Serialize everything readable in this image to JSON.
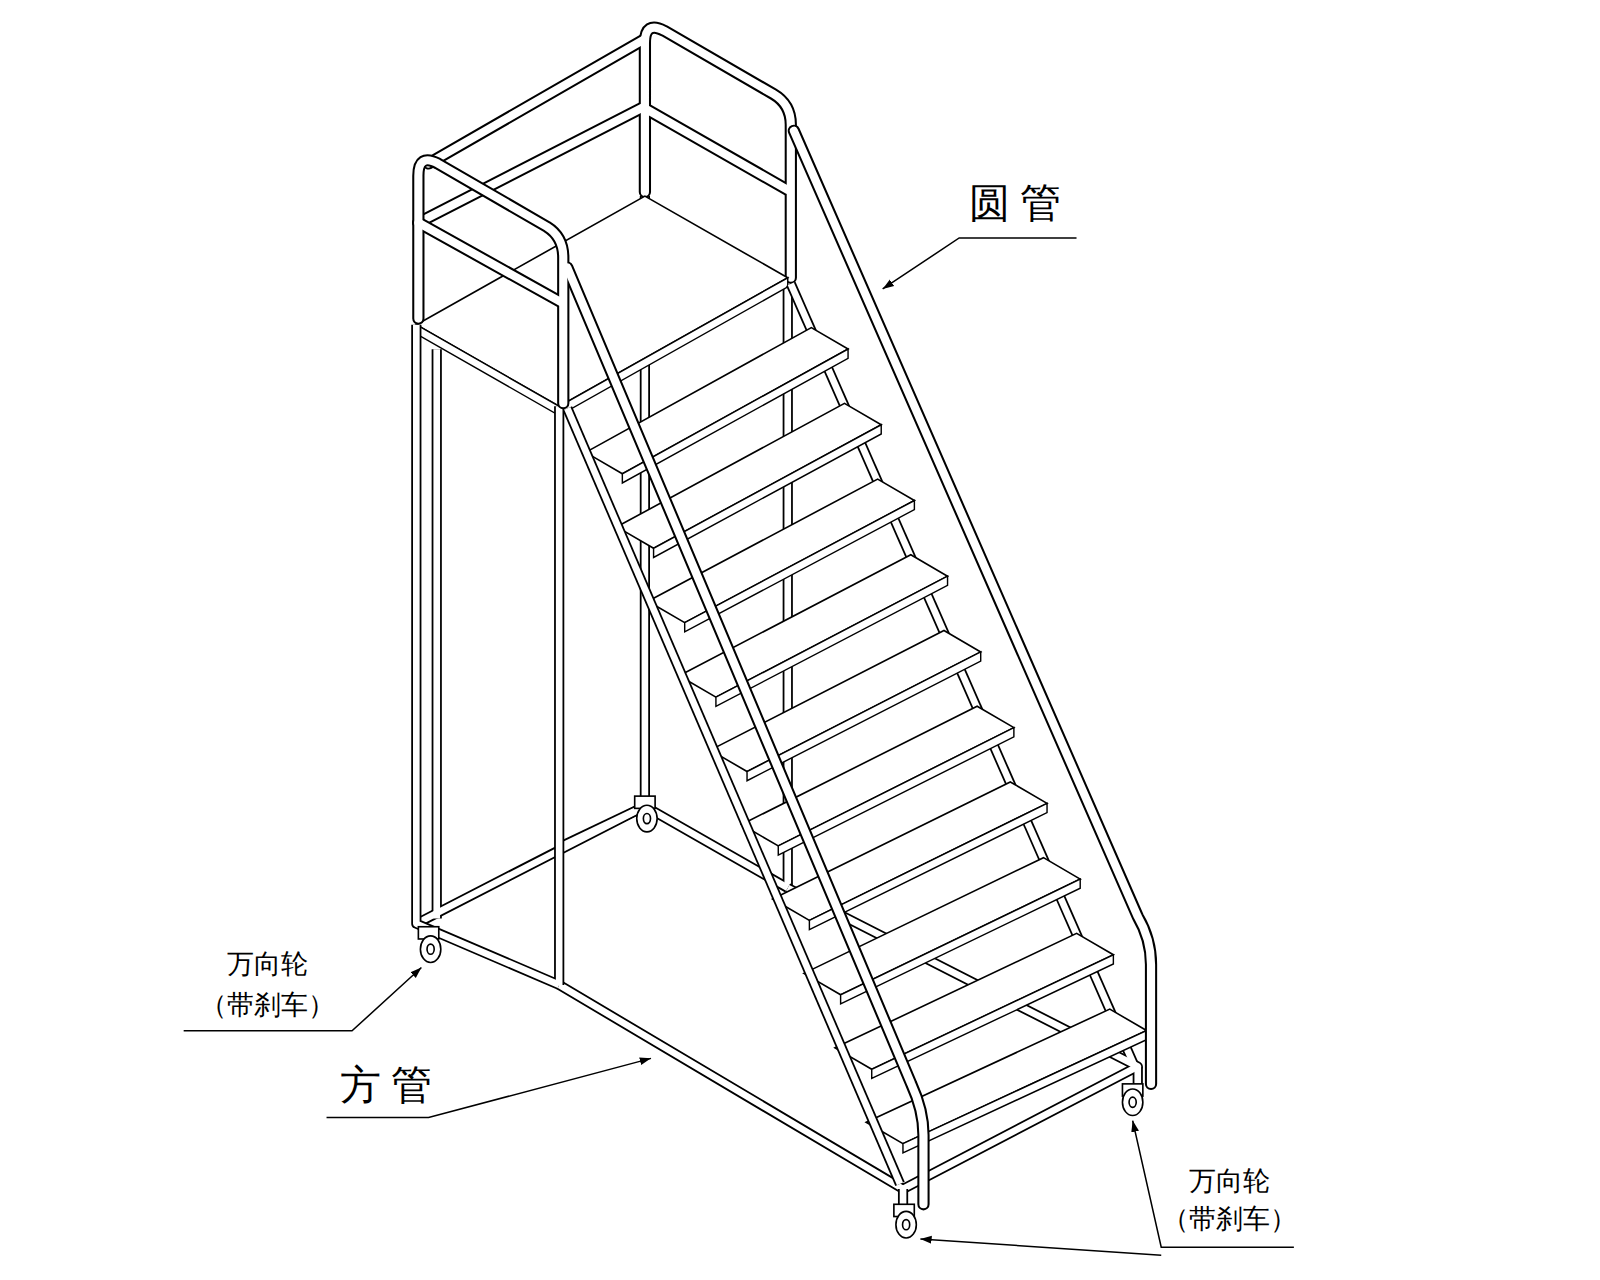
{
  "diagram": {
    "labels": [
      "圆 管",
      "方 管",
      "万向轮",
      "（带刹车）",
      "万向轮",
      "（带刹车）"
    ]
  }
}
